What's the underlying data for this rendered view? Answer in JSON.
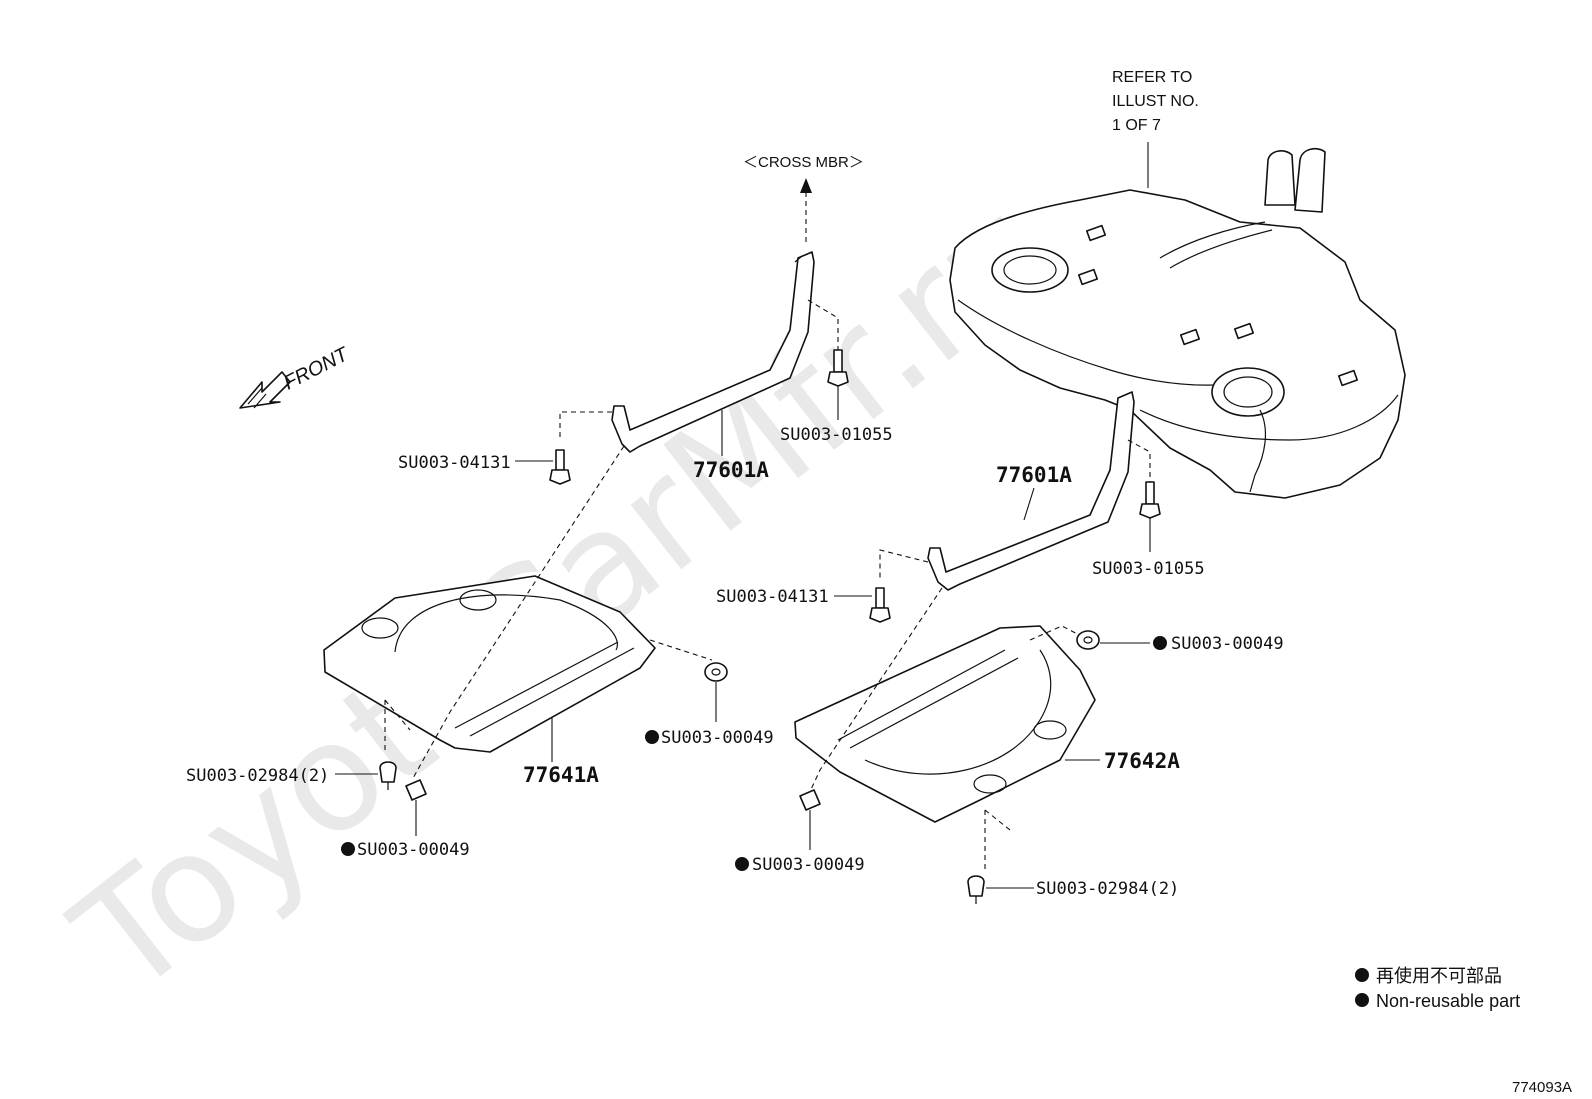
{
  "watermark": "ToyotaCarMfr.ru",
  "header_note": {
    "lines": [
      "REFER TO",
      "ILLUST NO.",
      "1 OF 7"
    ]
  },
  "cross_member_label": "＜CROSS MBR＞",
  "front_label": "FRONT",
  "parts": {
    "bracket_left": "77601A",
    "bracket_right": "77601A",
    "cover_left": "77641A",
    "cover_right": "77642A"
  },
  "fasteners": {
    "bolt_left_upper": "SU003-04131",
    "bolt_left_rear": "SU003-01055",
    "bolt_right_upper": "SU003-04131",
    "bolt_right_rear": "SU003-01055",
    "nut_left": "SU003-00049",
    "nut_right": "SU003-00049",
    "clip_left_bottom": "SU003-00049",
    "clip_right_bottom": "SU003-00049",
    "pin_left": "SU003-02984(2)",
    "pin_right": "SU003-02984(2)"
  },
  "legend": {
    "line1": "再使用不可部品",
    "line2": "Non-reusable part"
  },
  "figure_id": "774093A"
}
